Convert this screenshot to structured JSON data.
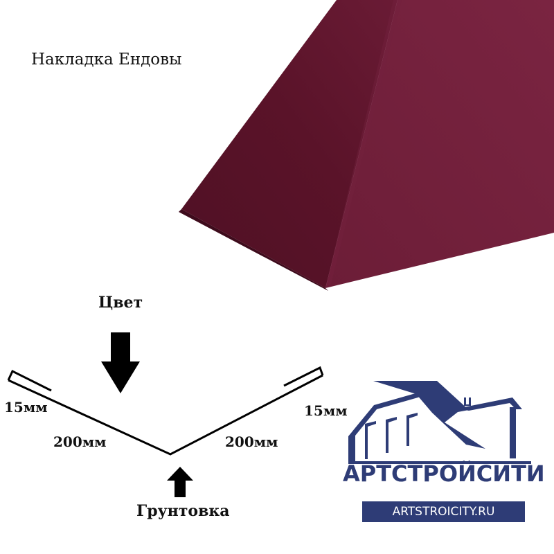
{
  "title": "Накладка Ендовы",
  "diagram": {
    "color_label": "Цвет",
    "primer_label": "Грунтовка",
    "dimensions": {
      "left_flange": "15мм",
      "left_side": "200мм",
      "right_side": "200мм",
      "right_flange": "15мм"
    }
  },
  "logo": {
    "brand_name": "АРТСТРОЙСИТИ",
    "website": "ARTSTROICITY.RU"
  },
  "colors": {
    "product": "#63162f",
    "product_dark": "#4b0f22",
    "product_light": "#78223f",
    "brand": "#2e3c76"
  },
  "icons": {
    "down_arrow": "down-arrow-icon",
    "up_arrow": "up-arrow-icon",
    "house_logo": "house-logo-icon"
  }
}
